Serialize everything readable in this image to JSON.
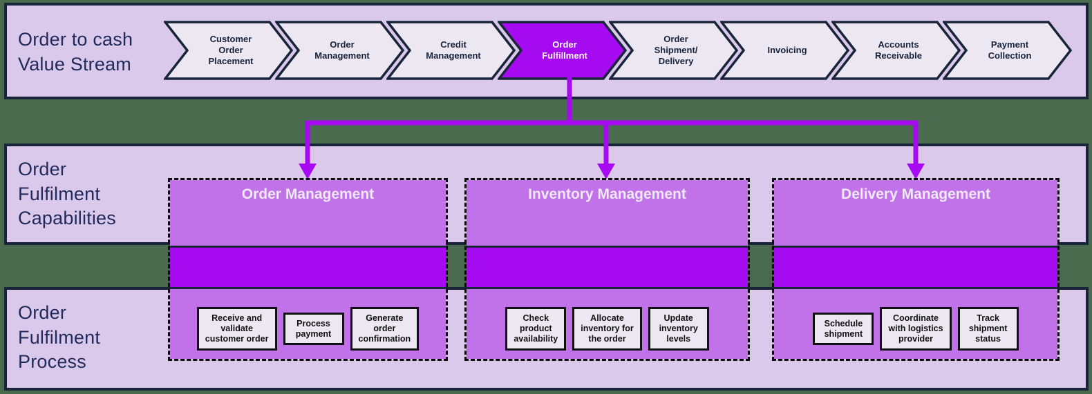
{
  "colors": {
    "background_green": "#4A6B4E",
    "band_fill": "#DBC9EB",
    "band_border": "#182437",
    "chevron_fill": "#EDE7F2",
    "chevron_text": "#16233C",
    "accent_purple": "#A50AF0",
    "column_fill": "#C172E9",
    "column_title_text": "#F1E8FA",
    "process_box_fill": "#EDE7F2",
    "process_box_border": "#111111",
    "process_box_text": "#111111",
    "label_text": "#202A5C",
    "dashed_border": "#0B0B0B"
  },
  "value_stream": {
    "label": "Order to cash\nValue Stream",
    "stages": [
      {
        "label": "Customer\nOrder\nPlacement",
        "highlighted": false
      },
      {
        "label": "Order\nManagement",
        "highlighted": false
      },
      {
        "label": "Credit\nManagement",
        "highlighted": false
      },
      {
        "label": "Order\nFulfillment",
        "highlighted": true
      },
      {
        "label": "Order\nShipment/\nDelivery",
        "highlighted": false
      },
      {
        "label": "Invoicing",
        "highlighted": false
      },
      {
        "label": "Accounts\nReceivable",
        "highlighted": false
      },
      {
        "label": "Payment\nCollection",
        "highlighted": false
      }
    ]
  },
  "capabilities_band": {
    "label": "Order\nFulfilment\nCapabilities"
  },
  "process_band": {
    "label": "Order\nFulfilment\nProcess"
  },
  "capabilities": [
    {
      "title": "Order Management",
      "processes": [
        "Receive and\nvalidate\ncustomer order",
        "Process\npayment",
        "Generate\norder\nconfirmation"
      ]
    },
    {
      "title": "Inventory Management",
      "processes": [
        "Check\nproduct\navailability",
        "Allocate\ninventory for\nthe order",
        "Update\ninventory\nlevels"
      ]
    },
    {
      "title": "Delivery Management",
      "processes": [
        "Schedule\nshipment",
        "Coordinate\nwith logistics\nprovider",
        "Track\nshipment\nstatus"
      ]
    }
  ]
}
